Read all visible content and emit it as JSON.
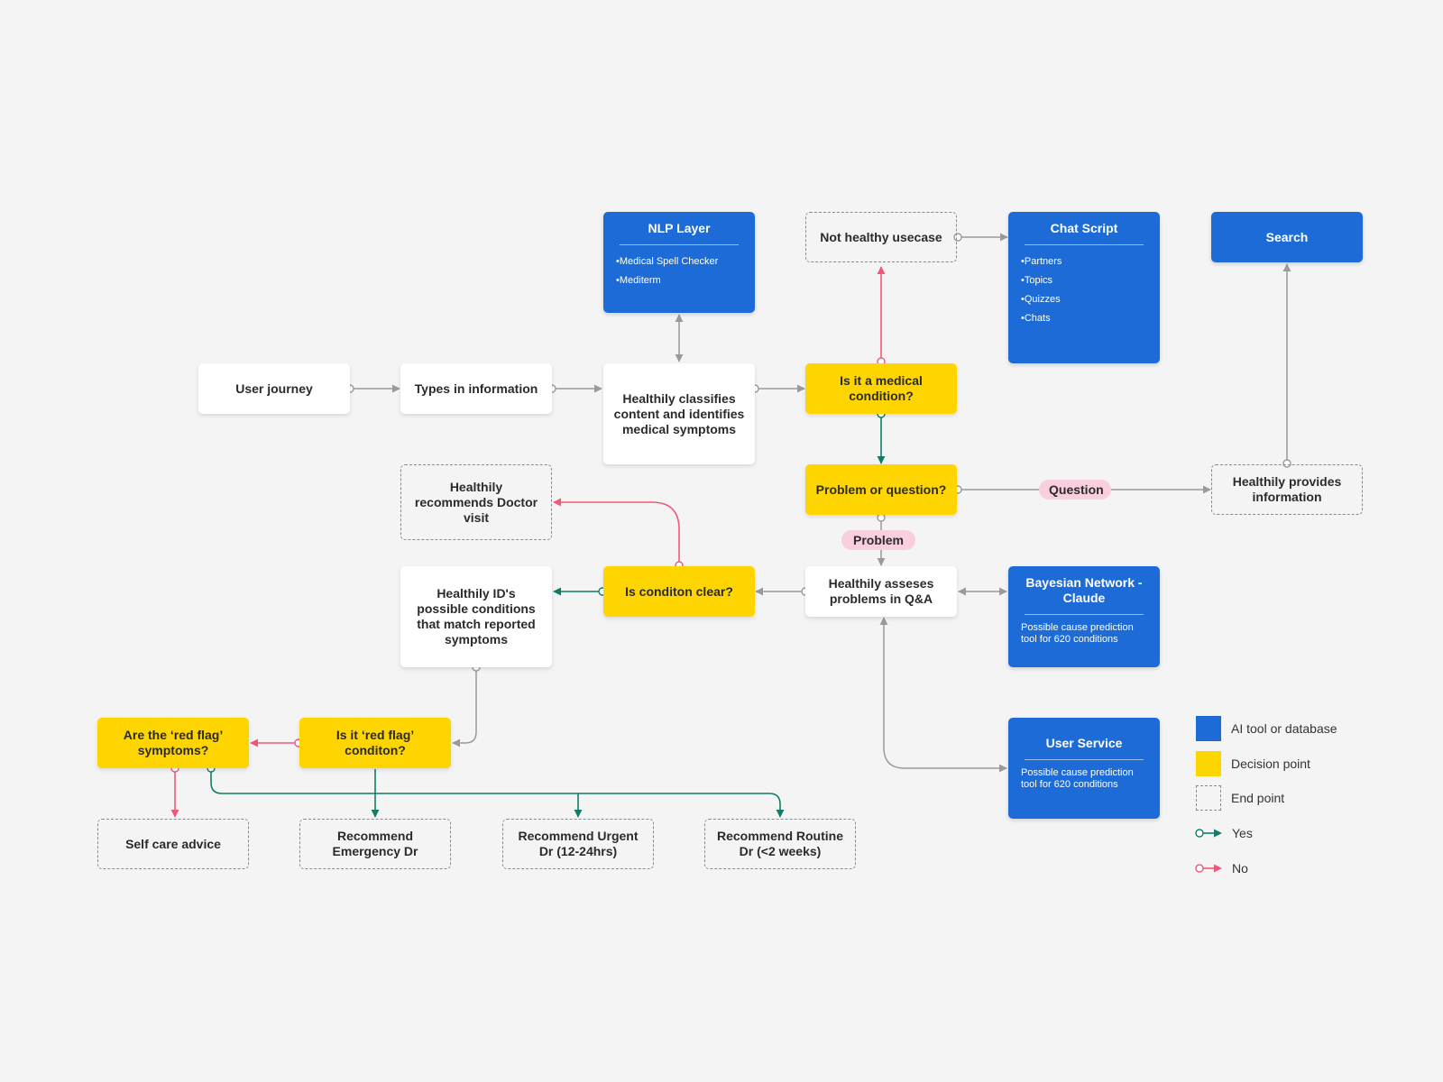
{
  "nodes": {
    "user_journey": "User journey",
    "types_info": "Types in information",
    "classifies": "Healthily classifies content and identifies medical symptoms",
    "is_medical": "Is it a medical condition?",
    "not_healthy": "Not healthy usecase",
    "problem_or_question": "Problem or question?",
    "provides_info": "Healthily provides information",
    "assesses": "Healthily asseses problems in Q&A",
    "is_clear": "Is conditon clear?",
    "recommends_doctor": "Healthily recommends Doctor visit",
    "ids_conditions": "Healthily ID's possible conditions that match reported symptoms",
    "is_red_flag": "Is it ‘red flag’ conditon?",
    "are_red_flag": "Are the ‘red flag’ symptoms?",
    "self_care": "Self care advice",
    "emergency": "Recommend Emergency Dr",
    "urgent": "Recommend Urgent Dr (12-24hrs)",
    "routine": "Recommend Routine Dr (<2 weeks)"
  },
  "blue_boxes": {
    "nlp": {
      "title": "NLP Layer",
      "items": [
        "Medical Spell Checker",
        "Mediterm"
      ]
    },
    "chat": {
      "title": "Chat Script",
      "items": [
        "Partners",
        "Topics",
        "Quizzes",
        "Chats"
      ]
    },
    "search": {
      "title": "Search"
    },
    "bayesian": {
      "title": "Bayesian Network - Claude",
      "desc": "Possible cause prediction tool for 620 conditions"
    },
    "user_service": {
      "title": "User Service",
      "desc": "Possible cause prediction tool for 620 conditions"
    }
  },
  "tags": {
    "question": "Question",
    "problem": "Problem"
  },
  "legend": {
    "ai_tool": "AI tool or database",
    "decision": "Decision point",
    "end_point": "End point",
    "yes": "Yes",
    "no": "No"
  },
  "colors": {
    "background": "#f4f4f4",
    "blue": "#1d6bd6",
    "yellow": "#ffd500",
    "yes_green": "#127d66",
    "no_pink": "#f0587a",
    "gray_connector": "#9a9a9a",
    "tag_pink": "#f9cfe0"
  }
}
